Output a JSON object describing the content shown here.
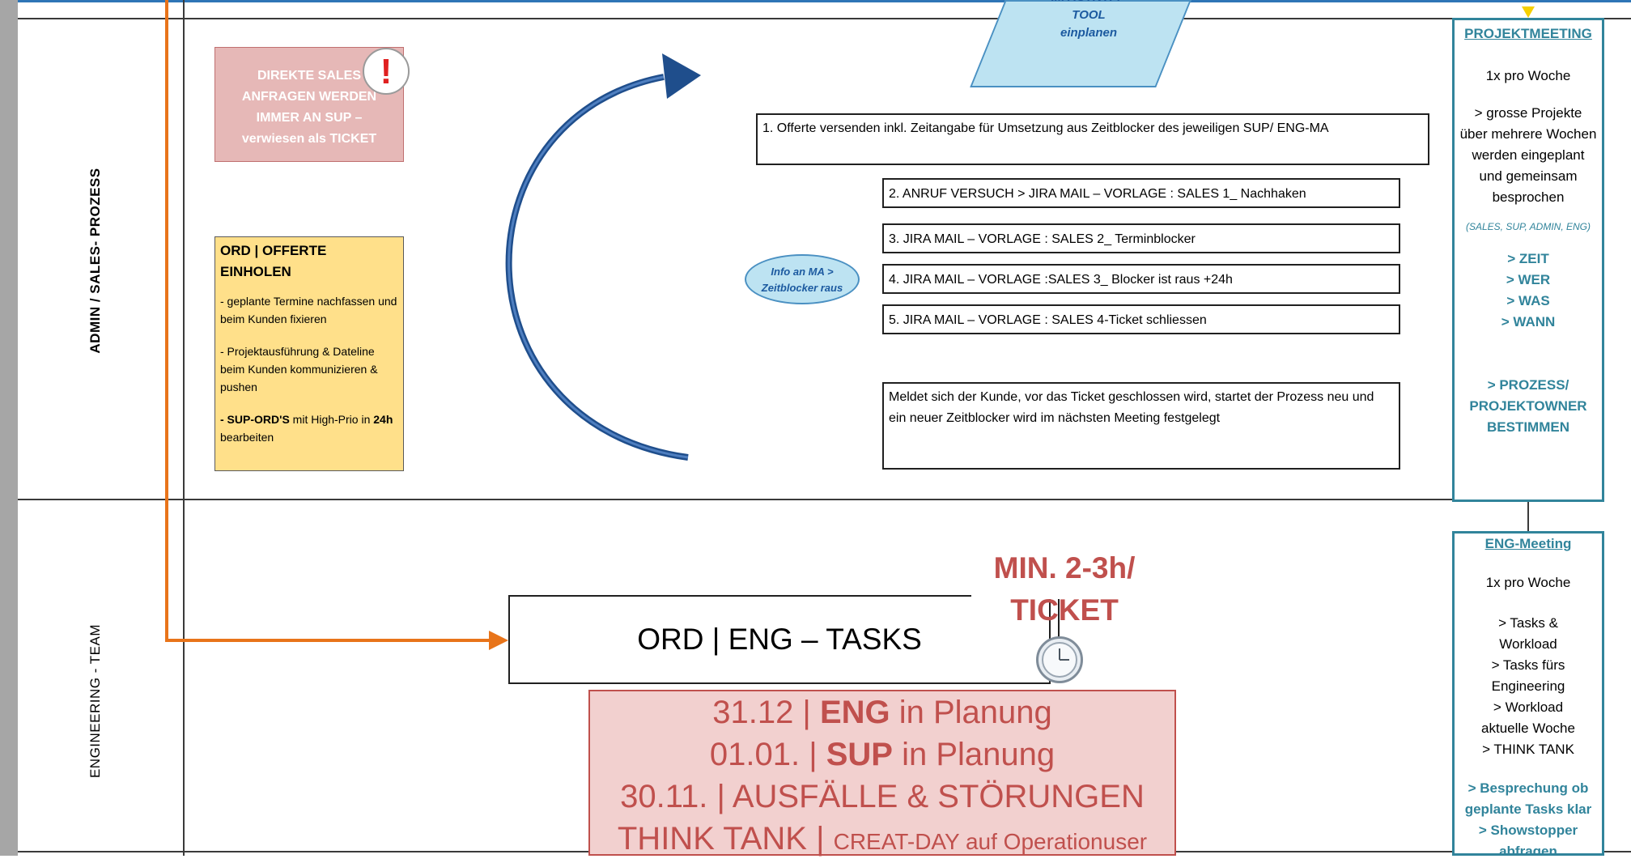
{
  "lanes": {
    "admin_label": "ADMIN / SALES- PROZESS",
    "engineering_label": "ENGINEERING - TEAM"
  },
  "warning_note": {
    "lines": [
      "DIREKTE SALES",
      "ANFRAGEN WERDEN",
      "IMMER AN SUP –",
      "verwiesen als TICKET"
    ],
    "icon": "exclamation-icon"
  },
  "offer_note": {
    "title_line1": "ORD | OFFERTE",
    "title_line2": "EINHOLEN",
    "item1": "- geplante Termine nachfassen und beim Kunden fixieren",
    "item2": "- Projektausführung  & Dateline beim Kunden kommunizieren & pushen",
    "item3_bold1": "- SUP-ORD'S",
    "item3_text": " mit High-Prio in ",
    "item3_bold2": "24h",
    "item3_end": " bearbeiten"
  },
  "activity_tool": {
    "line1": "IM ACTIVITY-",
    "line2": "TOOL",
    "line3": "einplanen"
  },
  "bubble": {
    "line1": "Info an MA >",
    "line2": "Zeitblocker raus"
  },
  "steps": [
    "1.  Offerte versenden inkl. Zeitangabe für Umsetzung  aus Zeitblocker des jeweiligen SUP/ ENG-MA",
    "2.  ANRUF VERSUCH > JIRA MAIL – VORLAGE : SALES 1_ Nachhaken",
    "3.   JIRA MAIL – VORLAGE : SALES 2_ Terminblocker",
    "4.   JIRA MAIL – VORLAGE :SALES 3_ Blocker ist raus +24h",
    "5.   JIRA MAIL – VORLAGE : SALES 4-Ticket schliessen"
  ],
  "restart_note": "Meldet sich der Kunde, vor das Ticket geschlossen wird, startet der Prozess neu und ein neuer Zeitblocker wird im nächsten Meeting festgelegt",
  "projektmeeting": {
    "title": "PROJEKTMEETING",
    "freq": "1x pro Woche",
    "desc": "> grosse Projekte über mehrere Wochen werden eingeplant und gemeinsam besprochen",
    "roles": "(SALES, SUP, ADMIN, ENG)",
    "items": [
      "> ZEIT",
      "> WER",
      "> WAS",
      "> WANN"
    ],
    "owner_line1": "> PROZESS/",
    "owner_line2": "PROJEKTOWNER",
    "owner_line3": "BESTIMMEN"
  },
  "engmeeting": {
    "title": "ENG-Meeting",
    "freq": "1x pro Woche",
    "items": [
      "> Tasks &",
      "Workload",
      "> Tasks fürs",
      "Engineering",
      "> Workload",
      "aktuelle Woche",
      "> THINK TANK"
    ],
    "teal_items": [
      "> Besprechung ob",
      "geplante Tasks klar",
      "> Showstopper",
      "abfragen"
    ]
  },
  "eng_tasks": {
    "label": "ORD | ENG – TASKS",
    "min_line1": "MIN. 2-3h/",
    "min_line2": "TICKET",
    "clock_icon": "clock-icon"
  },
  "planning": {
    "l1_date": "31.12 | ",
    "l1_bold": "ENG",
    "l1_rest": " in Planung",
    "l2_date": "01.01. | ",
    "l2_bold": "SUP",
    "l2_rest": " in Planung",
    "l3": "30.11. | AUSFÄLLE & STÖRUNGEN",
    "l4_main": "THINK TANK | ",
    "l4_small": "CREAT-DAY auf Operationuser"
  },
  "colors": {
    "accent_teal": "#31849b",
    "arrow_orange": "#e8741a",
    "arrow_blue": "#1f4e8c",
    "red_text": "#c0504d"
  }
}
